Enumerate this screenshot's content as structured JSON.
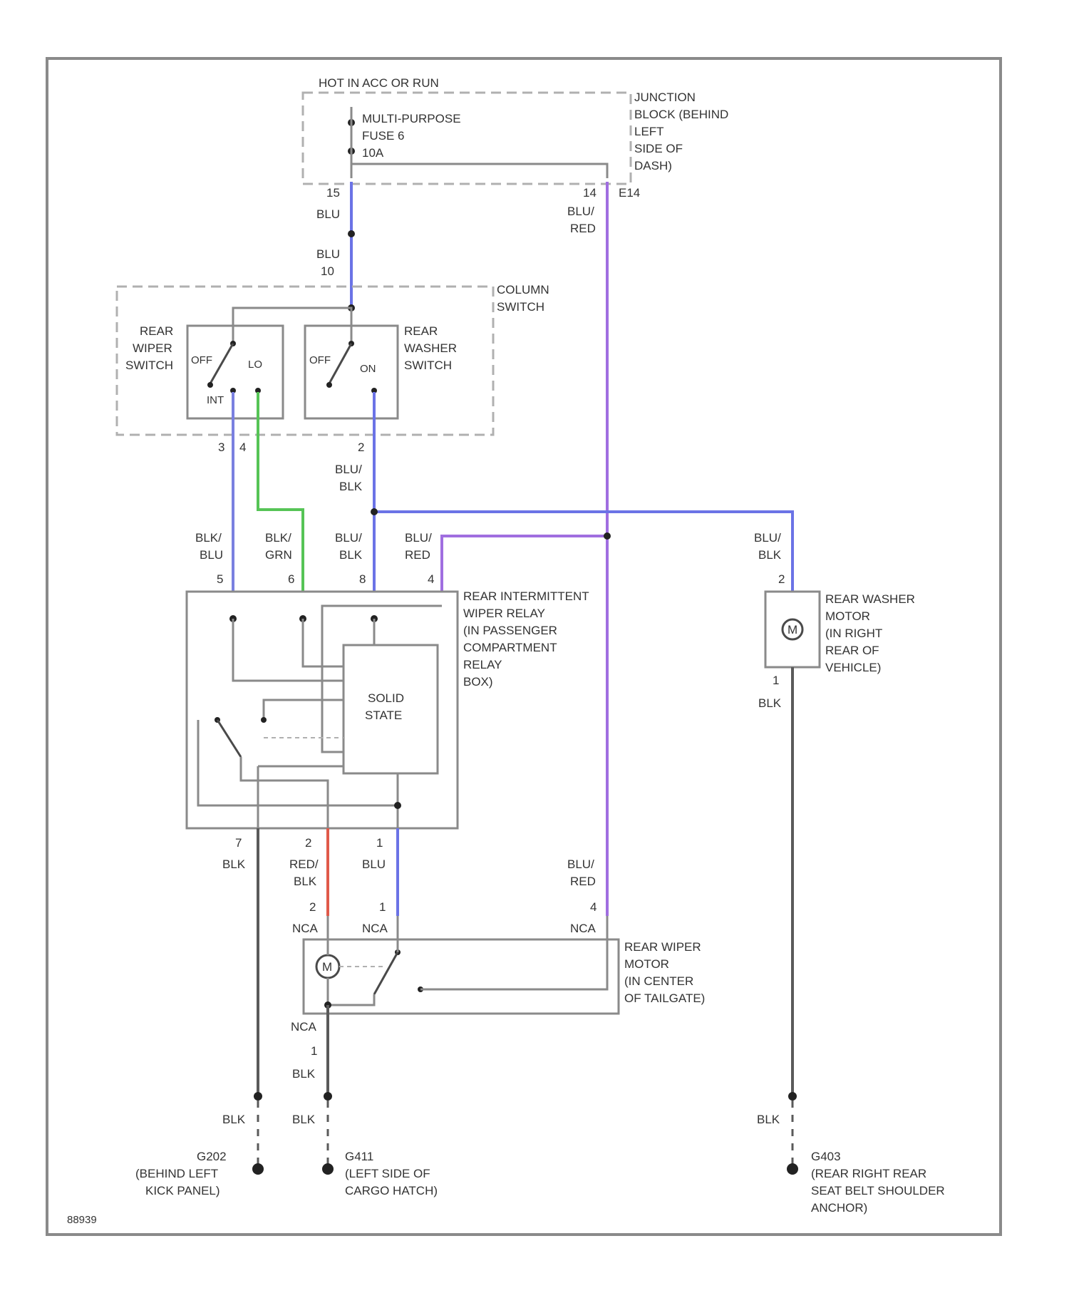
{
  "colors": {
    "blu": "#6b73e6",
    "grn": "#56c456",
    "blu_red": "#a06ee0",
    "red_blk": "#e05a4a",
    "blk": "#4a4a4a",
    "frame": "#8a8a8a",
    "dashed": "#b0b0b0"
  },
  "labels": {
    "hot_in": "HOT IN ACC OR RUN",
    "fuse": [
      "MULTI-PURPOSE",
      "FUSE 6",
      "10A"
    ],
    "junction_block": [
      "JUNCTION",
      "BLOCK (BEHIND",
      "LEFT",
      "SIDE OF",
      "DASH)"
    ],
    "column_switch": [
      "COLUMN",
      "SWITCH"
    ],
    "rear_wiper_switch": [
      "REAR",
      "WIPER",
      "SWITCH"
    ],
    "rear_washer_switch": [
      "REAR",
      "WASHER",
      "SWITCH"
    ],
    "wiper_sw_off": "OFF",
    "wiper_sw_lo": "LO",
    "wiper_sw_int": "INT",
    "washer_sw_off": "OFF",
    "washer_sw_on": "ON",
    "relay": [
      "REAR INTERMITTENT",
      "WIPER RELAY",
      "(IN PASSENGER",
      "COMPARTMENT",
      "RELAY",
      "BOX)"
    ],
    "solid_state": [
      "SOLID",
      "STATE"
    ],
    "washer_motor": [
      "REAR WASHER",
      "MOTOR",
      "(IN RIGHT",
      "REAR OF",
      "VEHICLE)"
    ],
    "wiper_motor": [
      "REAR WIPER",
      "MOTOR",
      "(IN CENTER",
      "OF TAILGATE)"
    ],
    "ground_g202": [
      "G202",
      "(BEHIND LEFT",
      "KICK PANEL)"
    ],
    "ground_g411": [
      "G411",
      "(LEFT SIDE OF",
      "CARGO HATCH)"
    ],
    "ground_g403": [
      "G403",
      "(REAR RIGHT REAR",
      "SEAT BELT SHOULDER",
      "ANCHOR)"
    ],
    "motor_m": "M",
    "diagram_id": "88939"
  },
  "wire_labels": {
    "pin_15": "15",
    "pin_14": "14",
    "conn_e14": "E14",
    "blu_top": "BLU",
    "blu_10": [
      "BLU",
      "10"
    ],
    "blu_red_top": [
      "BLU/",
      "RED"
    ],
    "pin_3": "3",
    "pin_4": "4",
    "pin_2": "2",
    "blu_blk_mid": [
      "BLU/",
      "BLK"
    ],
    "blk_blu": [
      "BLK/",
      "BLU"
    ],
    "blk_grn": [
      "BLK/",
      "GRN"
    ],
    "blu_blk_relay": [
      "BLU/",
      "BLK"
    ],
    "blu_red_relay": [
      "BLU/",
      "RED"
    ],
    "relay_pin_5": "5",
    "relay_pin_6": "6",
    "relay_pin_8": "8",
    "relay_pin_4": "4",
    "blu_blk_washer": [
      "BLU/",
      "BLK"
    ],
    "washer_pin_2": "2",
    "washer_pin_1": "1",
    "blk_washer": "BLK",
    "relay_pin_7": "7",
    "relay_pin_2": "2",
    "relay_pin_1": "1",
    "blk_relay": "BLK",
    "red_blk": [
      "RED/",
      "BLK"
    ],
    "blu_relay_out": "BLU",
    "blu_red_motor": [
      "BLU/",
      "RED"
    ],
    "motor_pin_2": "2",
    "motor_pin_1": "1",
    "motor_pin_4": "4",
    "nca": "NCA",
    "motor_pin_bottom_1": "1",
    "blk_motor": "BLK",
    "blk_g202": "BLK",
    "blk_g411": "BLK",
    "blk_g403": "BLK"
  }
}
